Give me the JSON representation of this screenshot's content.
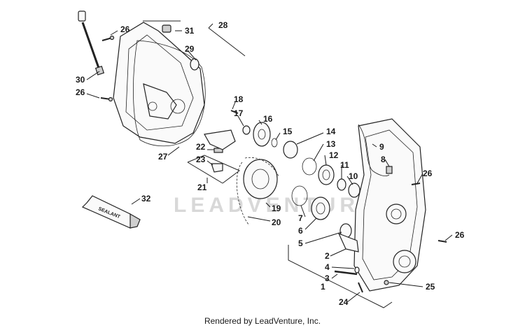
{
  "watermark": "LEADVENTURE",
  "footer": "Rendered by LeadVenture, Inc.",
  "tube_label": "SEALANT",
  "callouts": {
    "c1": "1",
    "c2": "2",
    "c3": "3",
    "c4": "4",
    "c5": "5",
    "c6": "6",
    "c7": "7",
    "c8": "8",
    "c9": "9",
    "c10": "10",
    "c11": "11",
    "c12": "12",
    "c13": "13",
    "c14": "14",
    "c15": "15",
    "c16": "16",
    "c17": "17",
    "c18": "18",
    "c19": "19",
    "c20": "20",
    "c21": "21",
    "c22": "22",
    "c23": "23",
    "c24": "24",
    "c25": "25",
    "c26a": "26",
    "c26b": "26",
    "c26c": "26",
    "c26d": "26",
    "c27": "27",
    "c28": "28",
    "c29": "29",
    "c30": "30",
    "c31": "31",
    "c32": "32"
  }
}
